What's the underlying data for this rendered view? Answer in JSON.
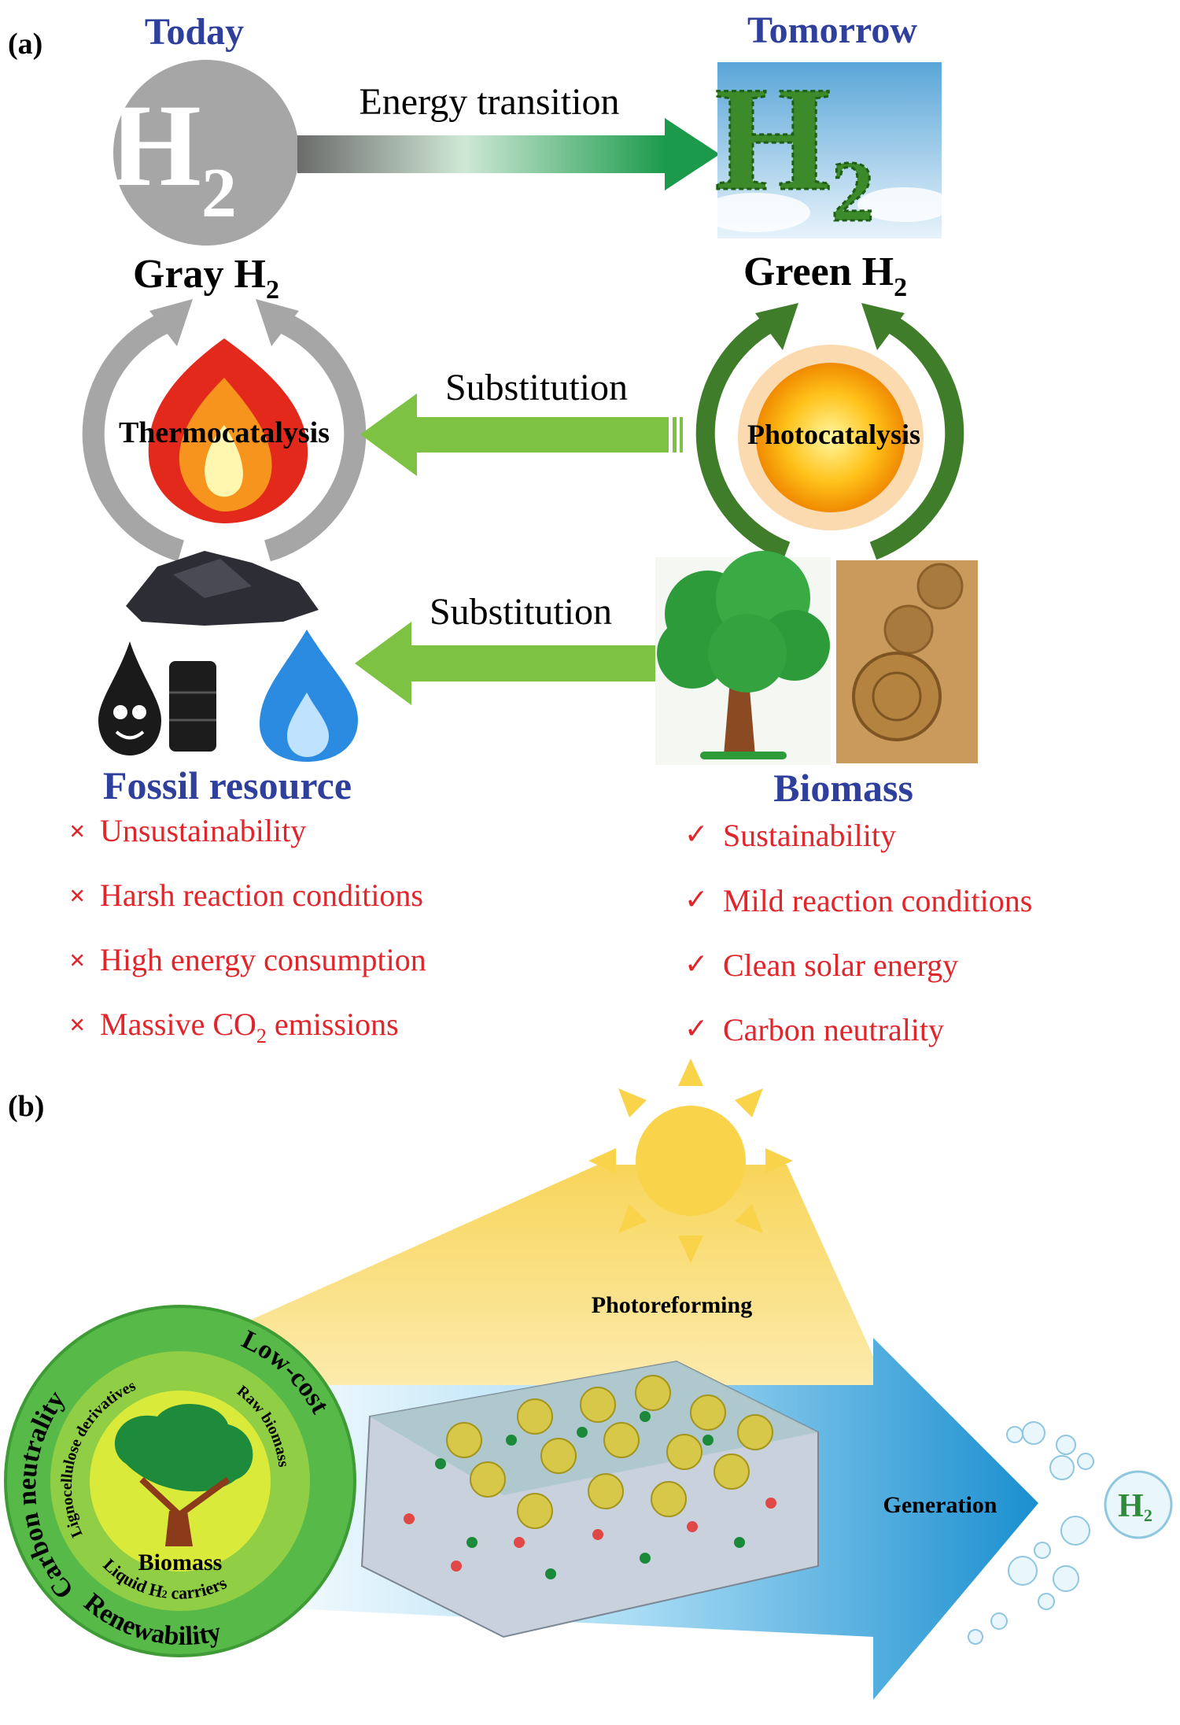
{
  "panel_a": {
    "label": "(a)",
    "today": "Today",
    "tomorrow": "Tomorrow",
    "gray_icon": {
      "text": "H",
      "sub": "2"
    },
    "green_icon": {
      "text": "H",
      "sub": "2"
    },
    "energy_transition": "Energy transition",
    "gray_label": {
      "text": "Gray H",
      "sub": "2"
    },
    "green_label": {
      "text": "Green H",
      "sub": "2"
    },
    "thermocatalysis": "Thermocatalysis",
    "photocatalysis": "Photocatalysis",
    "substitution_1": "Substitution",
    "substitution_2": "Substitution",
    "fossil_title": "Fossil resource",
    "biomass_title": "Biomass",
    "fossil_cons": [
      {
        "text": "Unsustainability"
      },
      {
        "text": "Harsh reaction conditions"
      },
      {
        "text": "High energy consumption"
      },
      {
        "text": "Massive CO",
        "sub": "2",
        "tail": " emissions"
      }
    ],
    "biomass_pros": [
      {
        "text": "Sustainability"
      },
      {
        "text": "Mild reaction conditions"
      },
      {
        "text": "Clean solar energy"
      },
      {
        "text": "Carbon neutrality"
      }
    ],
    "cross_mark": "×",
    "check_mark": "✓",
    "colors": {
      "title_blue": "#2f3f9c",
      "list_red": "#e0252b",
      "arrow_green": "#7dc242"
    }
  },
  "panel_b": {
    "label": "(b)",
    "photoreforming": "Photoreforming",
    "generation": "Generation",
    "circle": {
      "center": "Biomass",
      "outer_left": "Carbon neutrality",
      "outer_right": "Low-cost",
      "outer_bottom": "Renewability",
      "inner_left": "Lignocellulose derivatives",
      "inner_right": "Raw biomass",
      "inner_bottom": {
        "text": "Liquid H",
        "sub": "2",
        "tail": " carriers"
      }
    },
    "h2_bubble": {
      "text": "H",
      "sub": "2"
    }
  }
}
